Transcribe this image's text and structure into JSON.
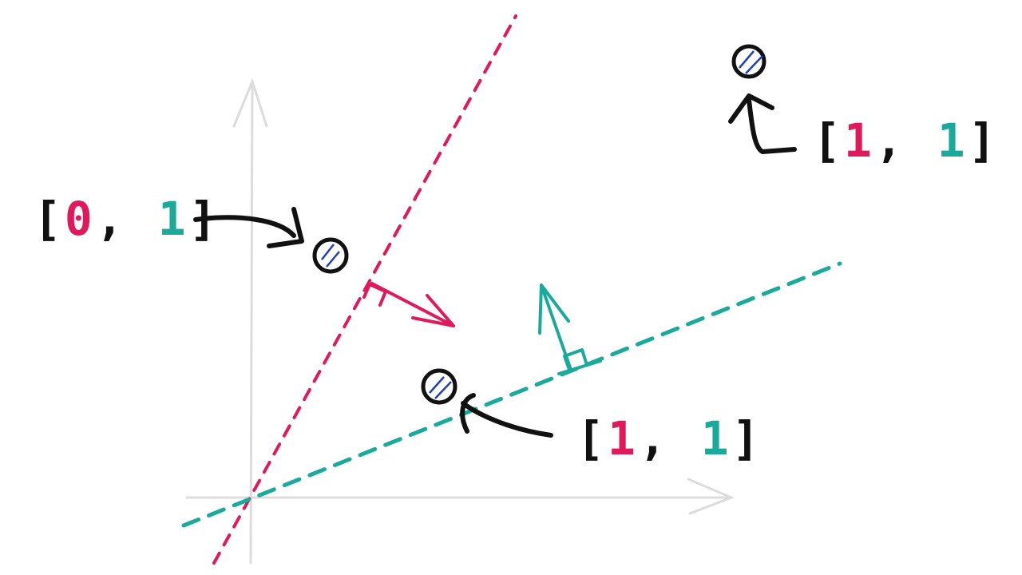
{
  "diagram": {
    "title": "",
    "colors": {
      "background": "#ffffff",
      "axes": "#dddddd",
      "red_line": "#e0195a",
      "teal_line": "#1aaa9c",
      "ink": "#111111",
      "point_fill": "#1f3fbf"
    },
    "points": [
      {
        "id": "p01",
        "label": {
          "open": "[",
          "first": "0",
          "sep": ",",
          "second": "1",
          "close": "]"
        }
      },
      {
        "id": "p11a",
        "label": {
          "open": "[",
          "first": "1",
          "sep": ",",
          "second": "1",
          "close": "]"
        }
      },
      {
        "id": "p11b",
        "label": {
          "open": "[",
          "first": "1",
          "sep": ",",
          "second": "1",
          "close": "]"
        }
      }
    ],
    "lines": [
      {
        "name": "red-decision-boundary",
        "color": "red",
        "style": "dashed",
        "normal_arrow": "points right-down"
      },
      {
        "name": "teal-decision-boundary",
        "color": "teal",
        "style": "dashed",
        "normal_arrow": "points up"
      }
    ]
  }
}
